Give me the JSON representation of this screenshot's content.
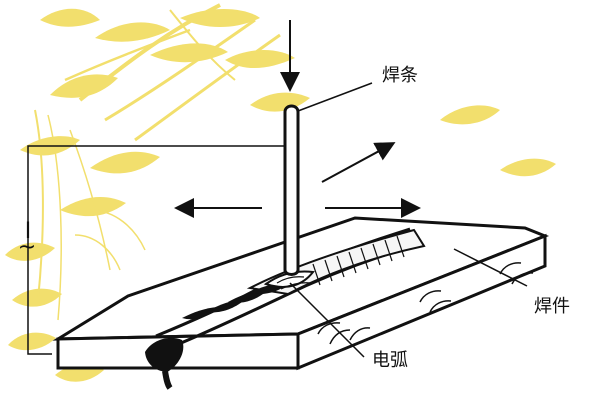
{
  "labels": {
    "electrode": "焊条",
    "workpiece": "焊件",
    "arc": "电弧"
  },
  "circuit": {
    "ac_symbol": "~",
    "switch_mark": "I"
  },
  "colors": {
    "line": "#111111",
    "background_art": "#f2df6d",
    "bead_fill": "#f6f6f6",
    "weld_pool": "#111111"
  }
}
